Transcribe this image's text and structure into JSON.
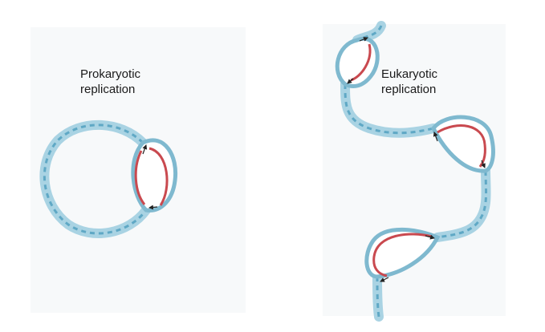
{
  "prokaryotic": {
    "label_line1": "Prokaryotic",
    "label_line2": "replication"
  },
  "eukaryotic": {
    "label_line1": "Eukaryotic",
    "label_line2": "replication"
  },
  "colors": {
    "dna_outer": "#a9d3e3",
    "dna_inner": "#5fa8c5",
    "new_strand": "#c9494f",
    "arrow": "#222222"
  }
}
